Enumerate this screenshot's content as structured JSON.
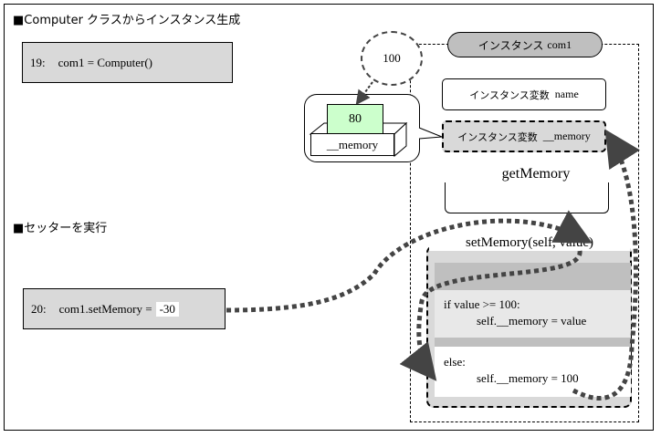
{
  "sections": {
    "create_heading": "■Computer クラスからインスタンス生成",
    "setter_heading": "■セッターを実行"
  },
  "code": {
    "line19_num": "19:",
    "line19_text": "com1 = Computer()",
    "line20_num": "20:",
    "line20_text": "com1.setMemory  =",
    "line20_value": "-30"
  },
  "instance": {
    "title_jp": "インスタンス",
    "title_en": "com1",
    "var_name_jp": "インスタンス変数",
    "var_name_en": "name",
    "var_memory_jp": "インスタンス変数",
    "var_memory_en": "__memory"
  },
  "memory_box": {
    "circle_value": "100",
    "stored_value": "80",
    "label": "__memory"
  },
  "methods": {
    "getter": "getMemory",
    "setter": "setMemory(self, value)",
    "if_line1": "if value >= 100:",
    "if_line2": "self.__memory  = value",
    "else_line1": "else:",
    "else_line2": "self.__memory  = 100"
  }
}
